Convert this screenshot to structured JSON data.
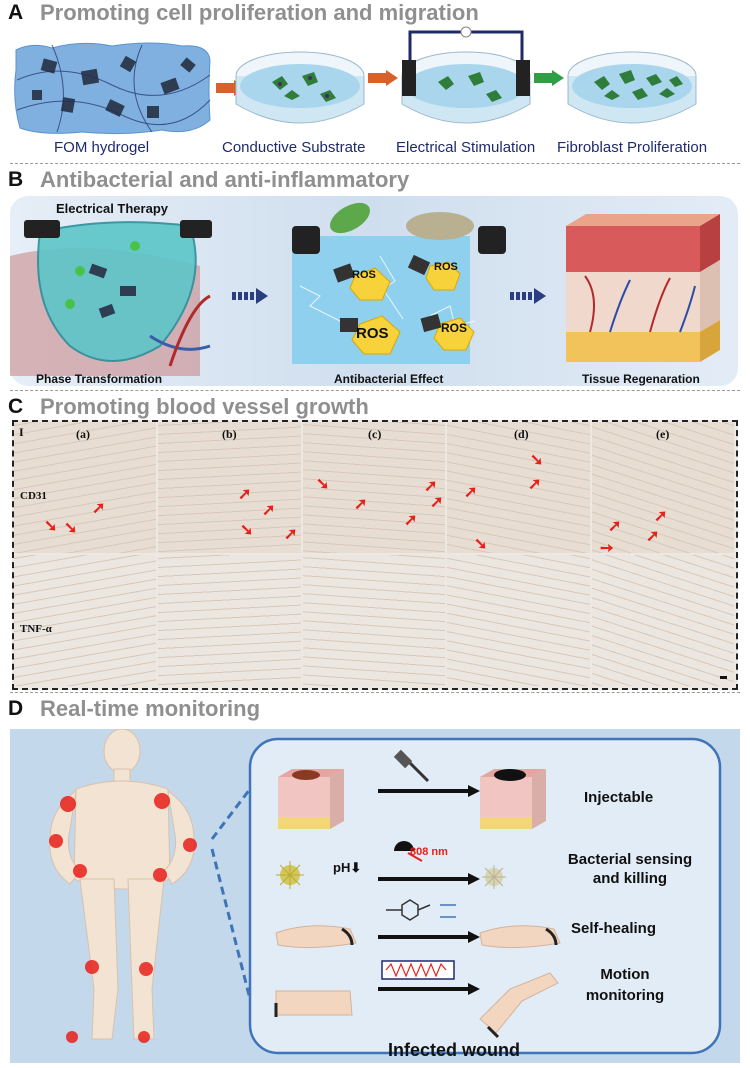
{
  "section_a": {
    "letter": "A",
    "title": "Promoting cell proliferation and migration",
    "labels": [
      "FOM hydrogel",
      "Conductive Substrate",
      "Electrical Stimulation",
      "Fibroblast Proliferation"
    ]
  },
  "section_b": {
    "letter": "B",
    "title": "Antibacterial and anti-inflammatory",
    "therapy_label": "Electrical Therapy",
    "labels": [
      "Phase Transformation",
      "Antibacterial Effect",
      "Tissue Regenaration"
    ],
    "ros": "ROS"
  },
  "section_c": {
    "letter": "C",
    "title": "Promoting blood vessel growth",
    "panel_mark": "I",
    "columns": [
      "(a)",
      "(b)",
      "(c)",
      "(d)",
      "(e)"
    ],
    "rows": [
      "CD31",
      "TNF-α"
    ]
  },
  "section_d": {
    "letter": "D",
    "title": "Real-time monitoring",
    "ph_label": "pH",
    "ph_arrow": "⬇",
    "nir_label": "808 nm",
    "features": [
      "Injectable",
      "Bacterial sensing\nand killing",
      "Self-healing",
      "Motion\nmonitoring"
    ],
    "caption": "Infected wound"
  },
  "colors": {
    "title_gray": "#8f8f8f",
    "label_navy": "#1f2a6b",
    "arrow_red": "#e8201a",
    "panel_blue": "#c4d8ec",
    "wound_box_border": "#3f74b8"
  }
}
